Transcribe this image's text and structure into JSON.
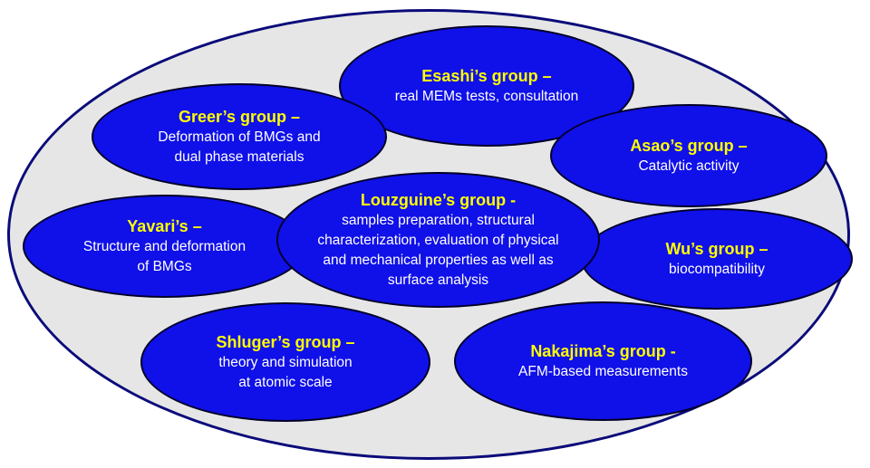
{
  "groups": {
    "esashi": {
      "title": "Esashi’s group –",
      "desc": "real MEMs tests, consultation"
    },
    "greer": {
      "title": "Greer’s group –",
      "desc": "Deformation of BMGs and\ndual phase materials"
    },
    "asao": {
      "title": "Asao’s group –",
      "desc": "Catalytic activity"
    },
    "yavari": {
      "title": "Yavari’s –",
      "desc": "Structure and deformation\nof BMGs"
    },
    "louzguine": {
      "title": "Louzguine’s group -",
      "desc": "samples preparation, structural\ncharacterization, evaluation of physical\nand mechanical properties as well as\nsurface analysis"
    },
    "wu": {
      "title": "Wu’s group –",
      "desc": "biocompatibility"
    },
    "shluger": {
      "title": "Shluger’s group –",
      "desc": "theory and simulation\nat atomic scale"
    },
    "nakajima": {
      "title": "Nakajima’s group -",
      "desc": "AFM-based measurements"
    }
  },
  "colors": {
    "outer_fill": "#e6e6e6",
    "outer_border": "#0b0b7a",
    "ellipse_fill": "#1010e8",
    "title_color": "#ffff00",
    "desc_color": "#ffffff"
  }
}
